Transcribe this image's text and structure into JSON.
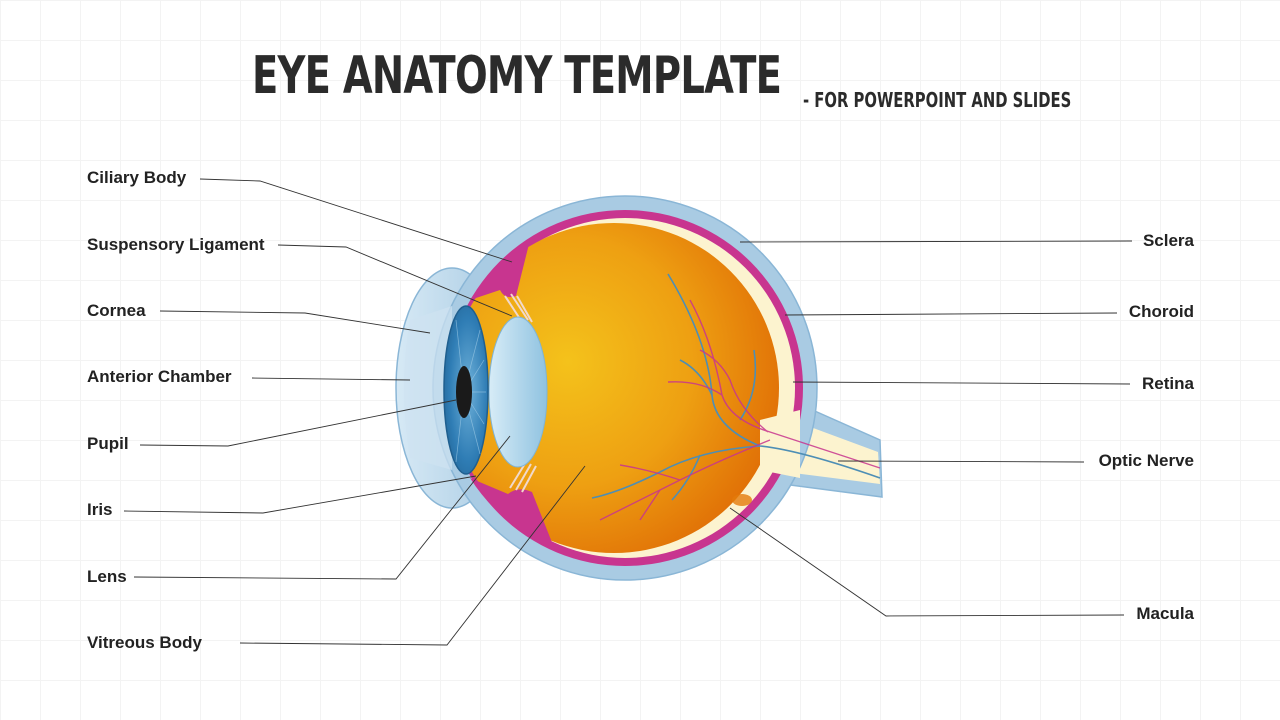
{
  "header": {
    "title": "EYE ANATOMY TEMPLATE",
    "subtitle": "- FOR POWERPOINT AND SLIDES"
  },
  "labels_left": [
    {
      "id": "ciliary-body",
      "text": "Ciliary Body"
    },
    {
      "id": "suspensory-ligament",
      "text": "Suspensory Ligament"
    },
    {
      "id": "cornea",
      "text": "Cornea"
    },
    {
      "id": "anterior-chamber",
      "text": "Anterior Chamber"
    },
    {
      "id": "pupil",
      "text": "Pupil"
    },
    {
      "id": "iris",
      "text": "Iris"
    },
    {
      "id": "lens",
      "text": "Lens"
    },
    {
      "id": "vitreous-body",
      "text": "Vitreous  Body"
    }
  ],
  "labels_right": [
    {
      "id": "sclera",
      "text": "Sclera"
    },
    {
      "id": "choroid",
      "text": "Choroid"
    },
    {
      "id": "retina",
      "text": "Retina"
    },
    {
      "id": "optic-nerve",
      "text": "Optic Nerve"
    },
    {
      "id": "macula",
      "text": "Macula"
    }
  ],
  "colors": {
    "sclera": "#a9cbe3",
    "choroid": "#c8358f",
    "retina": "#fcf3cf",
    "vitreous_center": "#f4c21b",
    "vitreous_edge": "#e06e06",
    "iris": "#2f7db5",
    "pupil": "#1a1a1a",
    "lens": "#a7cfe6",
    "nerve_vessel": "#4d8eb5",
    "blood_vessel": "#c8358f"
  }
}
